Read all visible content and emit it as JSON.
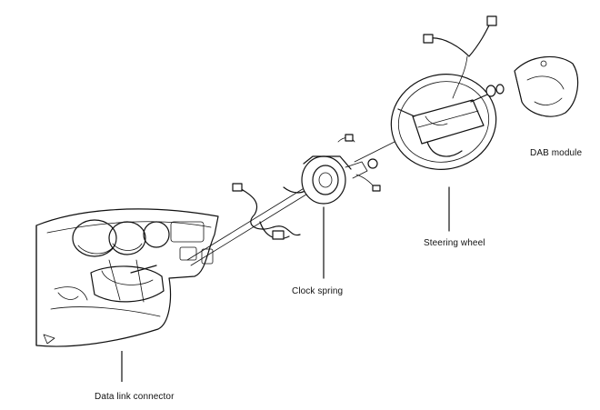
{
  "labels": {
    "dab_module": "DAB module",
    "steering_wheel": "Steering wheel",
    "clock_spring": "Clock spring",
    "data_link_connector": "Data link connector"
  }
}
